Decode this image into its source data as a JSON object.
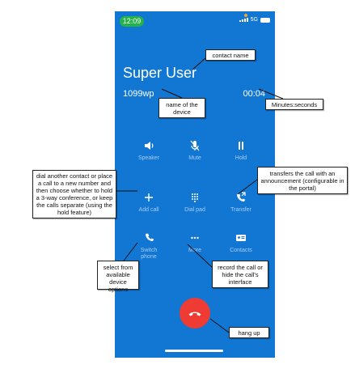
{
  "status_bar": {
    "time": "12:09",
    "network": "5G"
  },
  "call": {
    "contact_name": "Super User",
    "device_name": "1099wp",
    "duration": "00:04"
  },
  "controls": {
    "speaker": "Speaker",
    "mute": "Mute",
    "hold": "Hold",
    "add_call": "Add call",
    "dial_pad": "Dial pad",
    "transfer": "Transfer",
    "switch_phone": "Switch phone",
    "more": "More",
    "contacts": "Contacts"
  },
  "annotations": {
    "contact_name": "contact name",
    "device_name": "name of the device",
    "duration": "Minutes:seconds",
    "add_call": "dial another contact or place a call to a new number and then choose whether to hold a 3-way conference, or keep the calls separate (using the hold feature)",
    "transfer": "transfers the call with an announcement (configurable in the portal)",
    "switch_phone": "select from available device options",
    "more": "record the call or hide the call's interface",
    "hang_up": "hang up"
  },
  "colors": {
    "screen_bg": "#1276d3",
    "hangup": "#ee3b34",
    "time_pill": "#24b34a"
  }
}
